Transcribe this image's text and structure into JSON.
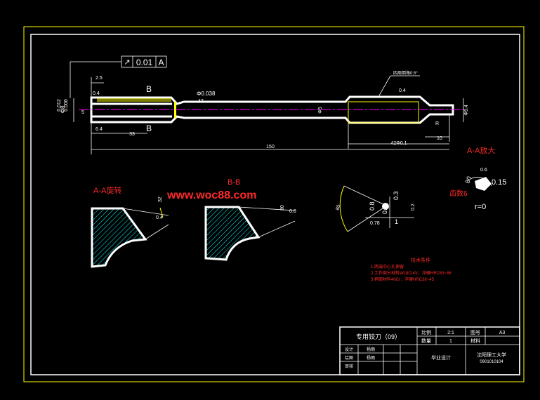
{
  "tolerance_frame": {
    "symbol": "↗",
    "value": "0.01",
    "datum": "A"
  },
  "main_view": {
    "section_b_top": "B",
    "section_b_bottom": "B",
    "dim_left_tol_upper": "0.012",
    "dim_left_tol_lower": "0.006",
    "dim_left_prefix": "Φ8",
    "dim_2_5": "2.5",
    "dim_0_4": "0.4",
    "dim_5": "5",
    "dim_6_4": "6.4",
    "dim_33": "33",
    "dim_150": "150",
    "dim_dia_038": "Φ0.038",
    "dim_42": "42",
    "dim_mid": "Φ5",
    "dim_right_04": "0.4",
    "dim_right_10": "10",
    "dim_right_length": "42Φ0.1",
    "dim_right_dia": "Φ9.4",
    "dim_right_r": "R",
    "note_label": "四周倒角0.5°"
  },
  "section_titles": {
    "aa_rotate": "A-A旋转",
    "bb": "B-B",
    "aa_enlarge": "A-A放大"
  },
  "watermark": "www.woc88.com",
  "section_dims": {
    "aa_04": "0.4",
    "aa_32": "32",
    "bb_80": "80",
    "bb_08": "0.8",
    "c_03": "0.3",
    "c_02": "0.2",
    "c_08": "0.8",
    "c_01": "0.1",
    "c_1": "1",
    "c_078": "0.78",
    "c_80": "80",
    "e_06": "0.6",
    "e_015": "0.15",
    "e_teeth": "齿数6",
    "e_r0": "r=0",
    "e_80": "80"
  },
  "tech_req": {
    "title": "技术条件",
    "items": [
      "1.两端中心孔保留",
      "2.工作部分材料W18Cr4V，淬硬HRC63~66",
      "3.柄部材料40Cr，淬硬HRC38~45"
    ]
  },
  "title_block": {
    "drawing_name": "专用铰刀（09）",
    "scale_label": "比例",
    "scale_value": "2:1",
    "drawing_no_label": "图号",
    "drawing_no_value": "A3",
    "qty_label": "数量",
    "qty_value": "1",
    "material_label": "材料",
    "material_value": "",
    "designer_label": "设计",
    "designer_value": "杨雨",
    "drafter_label": "绘图",
    "drafter_value": "杨雨",
    "checker_label": "审核",
    "checker_value": "",
    "project": "毕业设计",
    "school": "沈阳理工大学",
    "student_no": "0901010104"
  }
}
